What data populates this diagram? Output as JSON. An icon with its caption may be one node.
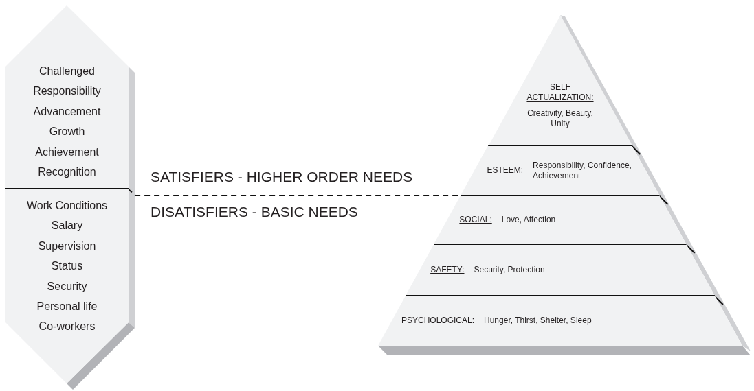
{
  "diagram": {
    "nodes": [
      {
        "text": [
          "Challenged",
          "Responsibility",
          "Advancement",
          "Growth",
          "Achievement",
          "Recognition"
        ]
      },
      {
        "text": [
          "Work Conditions",
          "Salary",
          "Supervision",
          "Status",
          "Security",
          "Personal life",
          "Co-workers"
        ]
      },
      {
        "text": [
          "SELF ACTUALIZATION:",
          "Creativity, Beauty, Unity"
        ]
      },
      {
        "text": [
          "ESTEEM:",
          "Responsibility, Confidence, Achievement"
        ]
      },
      {
        "text": [
          "SOCIAL:",
          "Love, Affection"
        ]
      },
      {
        "text": [
          "SAFETY:",
          "Security, Protection"
        ]
      },
      {
        "text": [
          "PSYCHOLOGICAL:",
          "Hunger, Thirst, Shelter, Sleep"
        ]
      }
    ],
    "labels": [
      "SATISFIERS - HIGHER ORDER NEEDS",
      "DISATISFIERS - BASIC NEEDS"
    ]
  }
}
